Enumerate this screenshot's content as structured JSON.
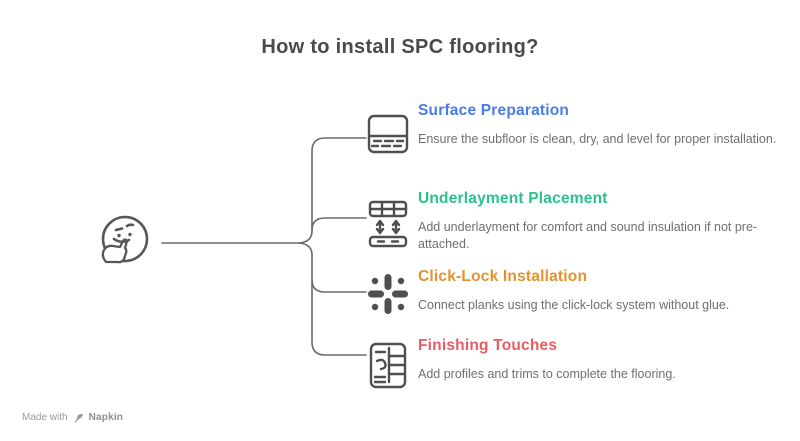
{
  "title": "How to install SPC flooring?",
  "subject": {
    "icon": "thinking-face-icon"
  },
  "steps": [
    {
      "heading": "Surface Preparation",
      "color": "#4A7BE8",
      "icon": "subfloor-surface-icon",
      "description": "Ensure the subfloor is clean, dry, and level for proper installation."
    },
    {
      "heading": "Underlayment Placement",
      "color": "#2AC28C",
      "icon": "underlayment-layers-icon",
      "description": "Add underlayment for comfort and sound insulation if not pre-attached."
    },
    {
      "heading": "Click-Lock Installation",
      "color": "#E2922E",
      "icon": "click-lock-icon",
      "description": "Connect planks using the click-lock system without glue."
    },
    {
      "heading": "Finishing Touches",
      "color": "#E85C63",
      "icon": "finishing-trims-icon",
      "description": "Add profiles and trims to complete the flooring."
    }
  ],
  "watermark": {
    "prefix": "Made with",
    "brand": "Napkin",
    "icon": "napkin-pen-icon"
  },
  "colors": {
    "title": "#4A4A4A",
    "body_text": "#6F6F6F",
    "line": "#6A6A6A",
    "icon_stroke": "#4F4F4F",
    "background": "#FFFFFF",
    "watermark": "#9A9A9A"
  }
}
